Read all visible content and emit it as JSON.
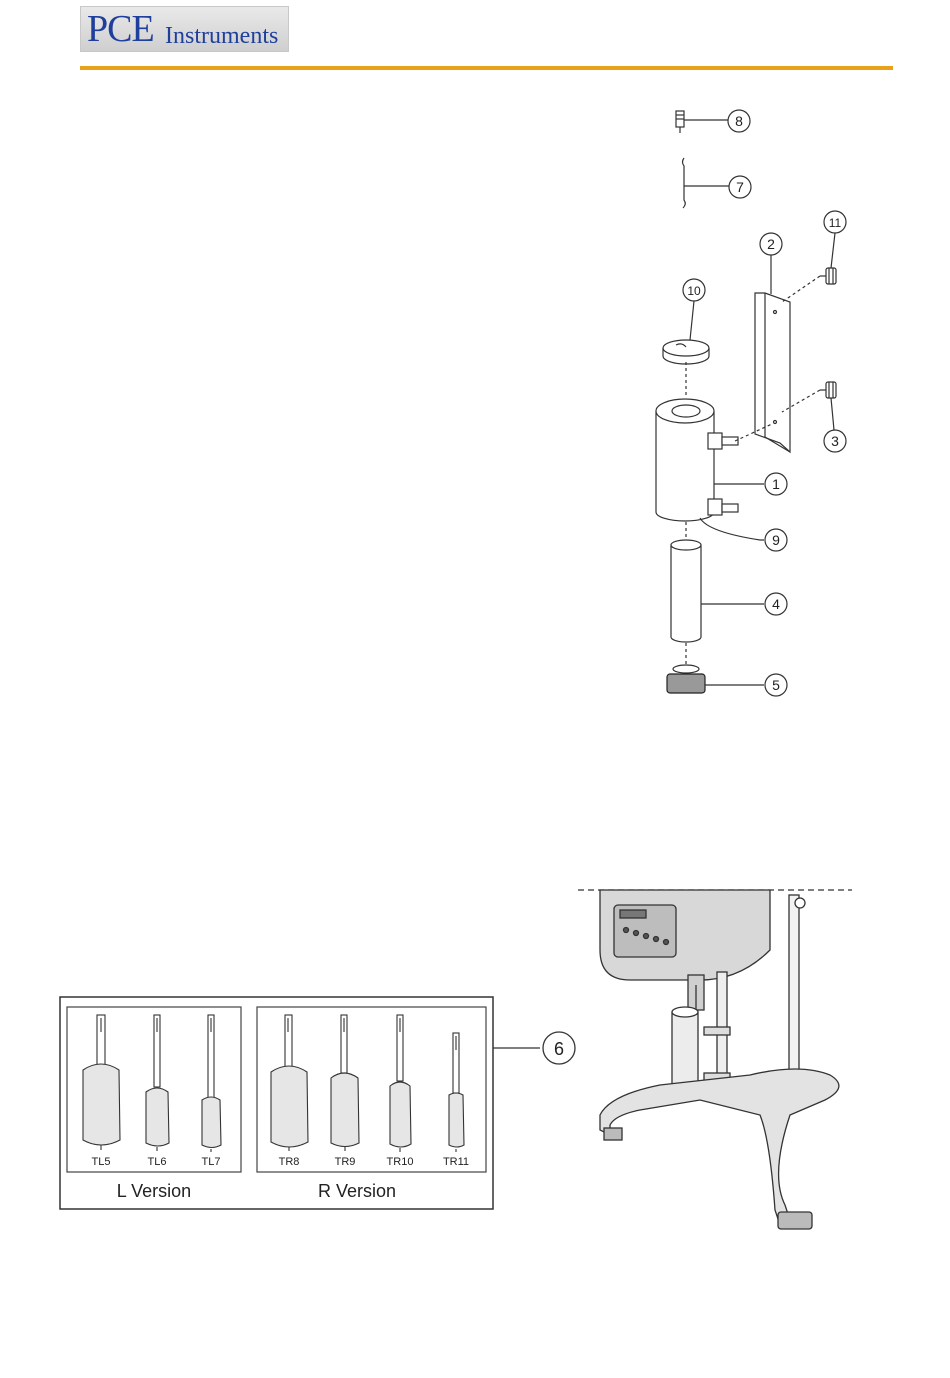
{
  "header": {
    "logo_main": "PCE",
    "logo_sub": "Instruments"
  },
  "exploded_diagram": {
    "callouts": [
      "8",
      "7",
      "11",
      "2",
      "10",
      "3",
      "1",
      "9",
      "4",
      "5"
    ]
  },
  "spindle_panel": {
    "callout": "6",
    "spindles_l": [
      "TL5",
      "TL6",
      "TL7"
    ],
    "spindles_r": [
      "TR8",
      "TR9",
      "TR10",
      "TR11"
    ],
    "group_l_label": "L Version",
    "group_r_label": "R Version"
  },
  "colors": {
    "brand_blue": "#1f3f9c",
    "header_rule": "#e8a21a"
  }
}
